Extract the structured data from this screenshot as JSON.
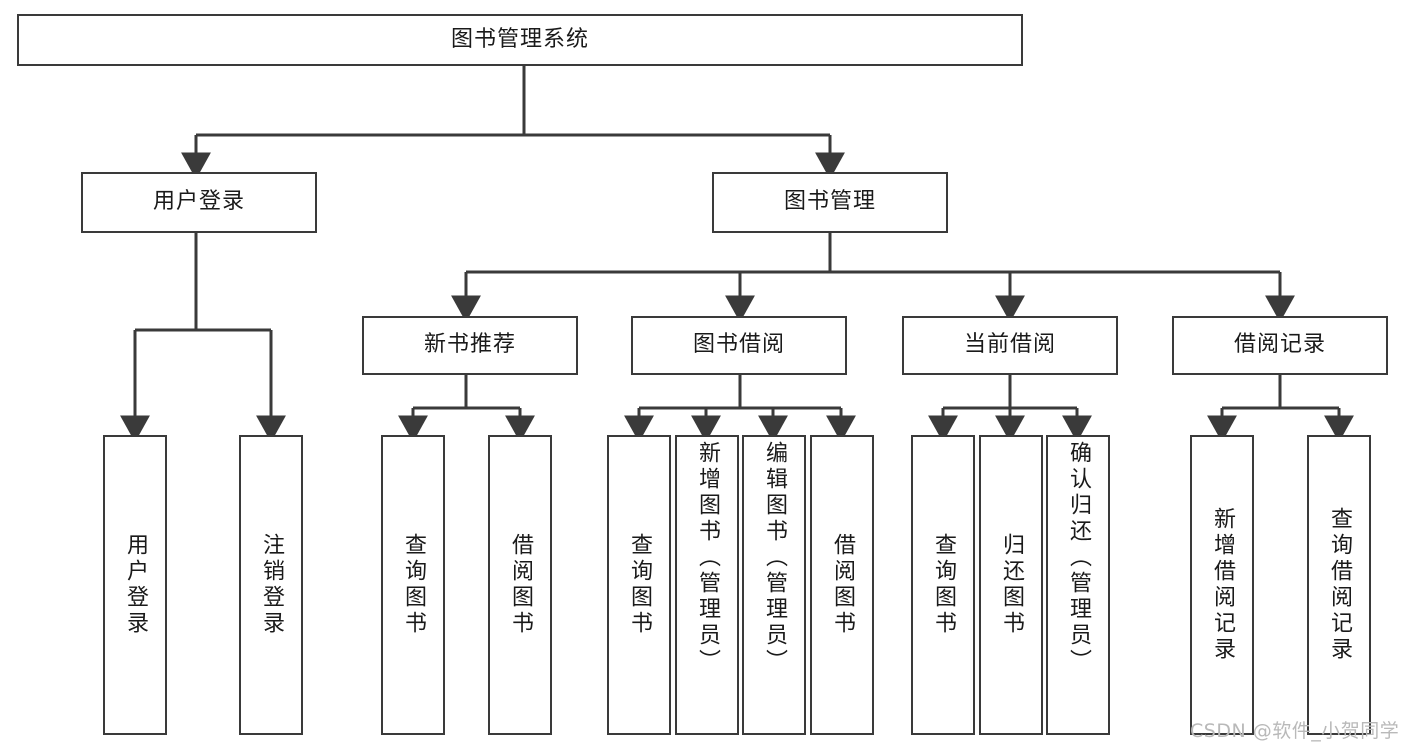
{
  "diagram": {
    "title": "图书管理系统",
    "type": "hierarchy-tree",
    "style": {
      "box_border": "#3a3a3a",
      "box_fill": "#ffffff",
      "connector": "#3a3a3a",
      "text": "#1a1a1a",
      "background": "#ffffff",
      "watermark_color": "#b9b9b9"
    },
    "levels": {
      "root": "图书管理系统",
      "level2": [
        "用户登录",
        "图书管理"
      ],
      "level3": [
        "新书推荐",
        "图书借阅",
        "当前借阅",
        "借阅记录"
      ]
    },
    "nodes": {
      "root": {
        "label": "图书管理系统"
      },
      "user_login": {
        "label": "用户登录"
      },
      "book_manage": {
        "label": "图书管理"
      },
      "new_book_rec": {
        "label": "新书推荐"
      },
      "book_borrow": {
        "label": "图书借阅"
      },
      "current_borrow": {
        "label": "当前借阅"
      },
      "borrow_record": {
        "label": "借阅记录"
      }
    },
    "leaves": {
      "user_login": [
        {
          "label": "用户登录"
        },
        {
          "label": "注销登录"
        }
      ],
      "new_book_rec": [
        {
          "label": "查询图书"
        },
        {
          "label": "借阅图书"
        }
      ],
      "book_borrow": [
        {
          "label": "查询图书"
        },
        {
          "label": "新增图书（管理员）"
        },
        {
          "label": "编辑图书（管理员）"
        },
        {
          "label": "借阅图书"
        }
      ],
      "current_borrow": [
        {
          "label": "查询图书"
        },
        {
          "label": "归还图书"
        },
        {
          "label": "确认归还（管理员）"
        }
      ],
      "borrow_record": [
        {
          "label": "新增借阅记录"
        },
        {
          "label": "查询借阅记录"
        }
      ]
    },
    "watermark": "CSDN @软件_小贺同学"
  }
}
